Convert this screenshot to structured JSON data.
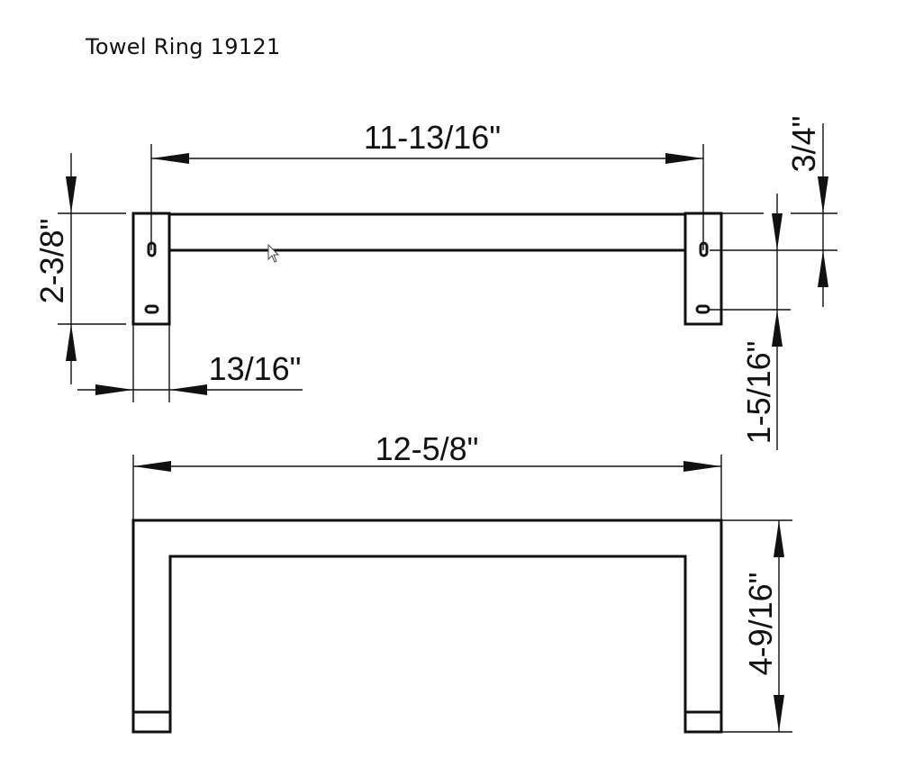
{
  "title": "Towel Ring 19121",
  "dimensions": {
    "top_width": "11-13/16\"",
    "flange_height": "2-3/8\"",
    "flange_width": "13/16\"",
    "bar_offset": "3/4\"",
    "hole_spacing": "1-5/16\"",
    "overall_width": "12-5/8\"",
    "projection": "4-9/16\""
  },
  "views": {
    "front_view": "front-elevation",
    "top_view": "plan-view"
  }
}
